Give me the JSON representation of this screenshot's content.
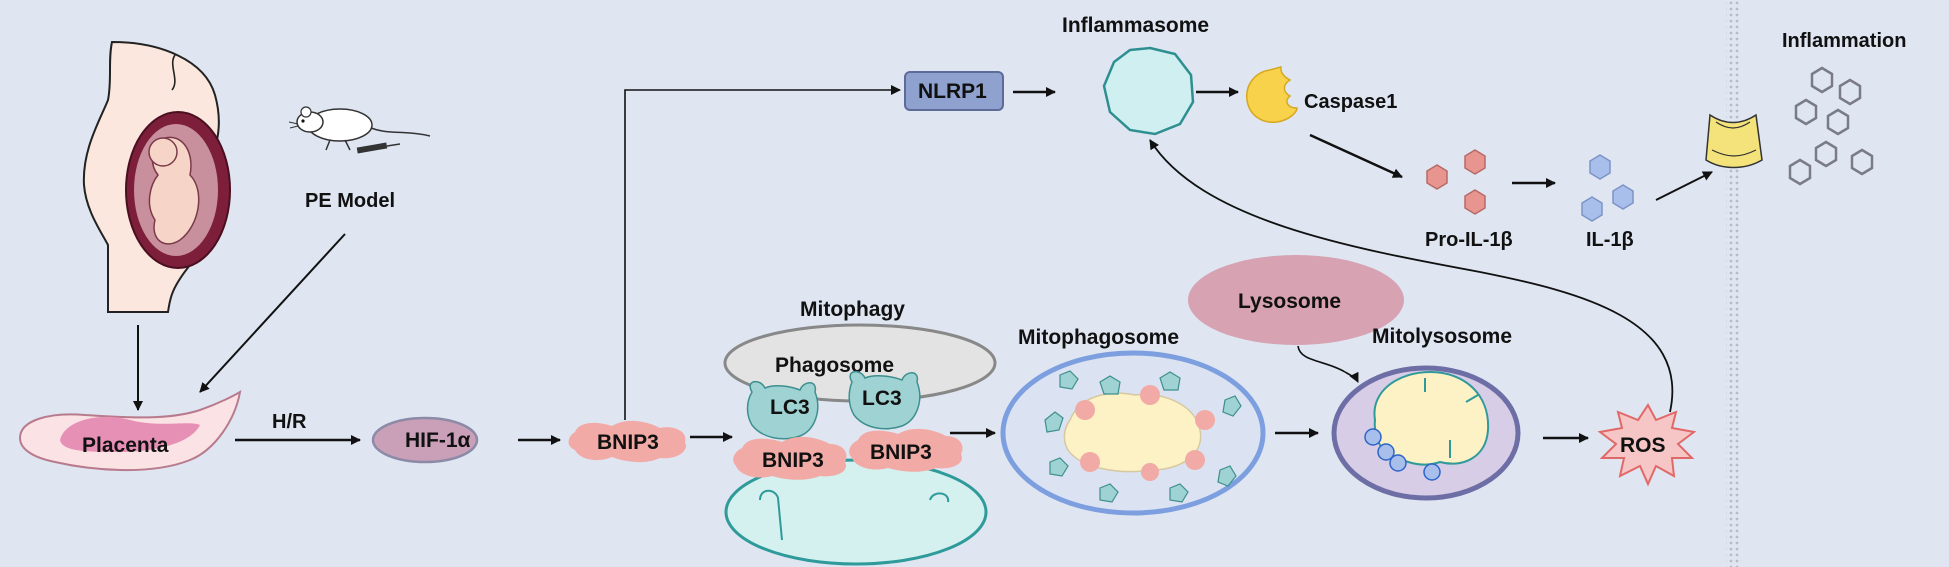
{
  "labels": {
    "pe_model": "PE Model",
    "placenta": "Placenta",
    "hr": "H/R",
    "hif1a": "HIF-1α",
    "bnip3": "BNIP3",
    "nlrp1": "NLRP1",
    "inflammasome": "Inflammasome",
    "caspase1": "Caspase1",
    "pro_il1b": "Pro-IL-1β",
    "il1b": "IL-1β",
    "inflammation": "Inflammation",
    "mitophagy": "Mitophagy",
    "phagosome": "Phagosome",
    "lc3": "LC3",
    "mitophagosome": "Mitophagosome",
    "lysosome": "Lysosome",
    "mitolysosome": "Mitolysosome",
    "ros": "ROS"
  },
  "colors": {
    "background": "#dfe6f2",
    "hif_fill": "#c9a0b8",
    "nlrp1_fill": "#8fa2cf",
    "inflammasome_fill": "#cfeff0",
    "caspase_fill": "#f7d24a",
    "pro_il_fill": "#e89590",
    "il_fill": "#a8bfec",
    "bnip3_fill": "#f2aaa6",
    "lc3_fill": "#9fd2d2",
    "mito_fill": "#d4f0ef",
    "lysosome_fill": "#d7a2b2",
    "mitolyso_fill": "#d8cde6",
    "ros_fill": "#f6c6c6",
    "membrane_fill": "#f4e27a"
  }
}
